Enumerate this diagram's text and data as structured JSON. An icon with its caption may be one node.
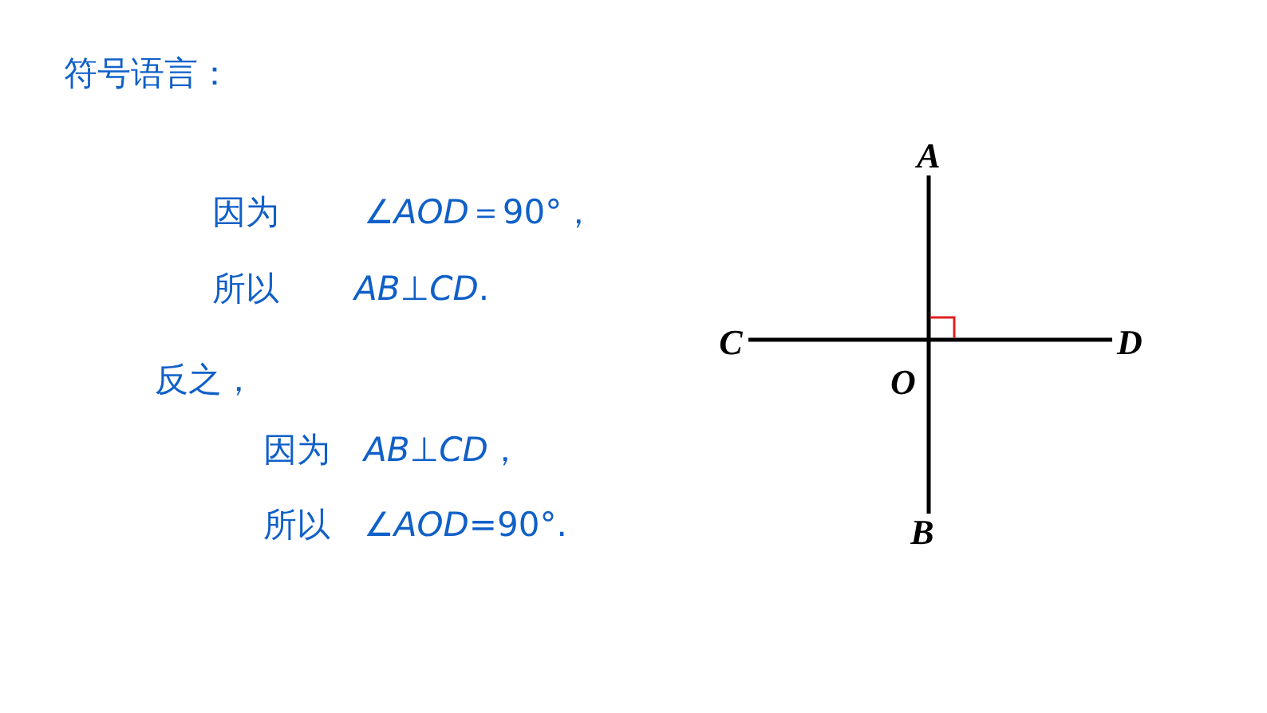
{
  "diagram": {
    "title": "符号语言：",
    "nodes": [
      {
        "text": [
          "A"
        ]
      },
      {
        "text": [
          "C"
        ]
      },
      {
        "text": [
          "D"
        ]
      },
      {
        "text": [
          "B"
        ]
      }
    ],
    "edges": [
      {
        "from": 0,
        "to": 3,
        "arrow": "none"
      },
      {
        "from": 1,
        "to": 2,
        "arrow": "none"
      }
    ],
    "labels": [
      "因为",
      "∠*AOD*＝90°，",
      "所以",
      "*AB*⊥*CD*.",
      "反之，",
      "因为",
      "*AB*⊥*CD*，",
      "所以",
      "∠*AOD*=90°.",
      "O"
    ]
  }
}
